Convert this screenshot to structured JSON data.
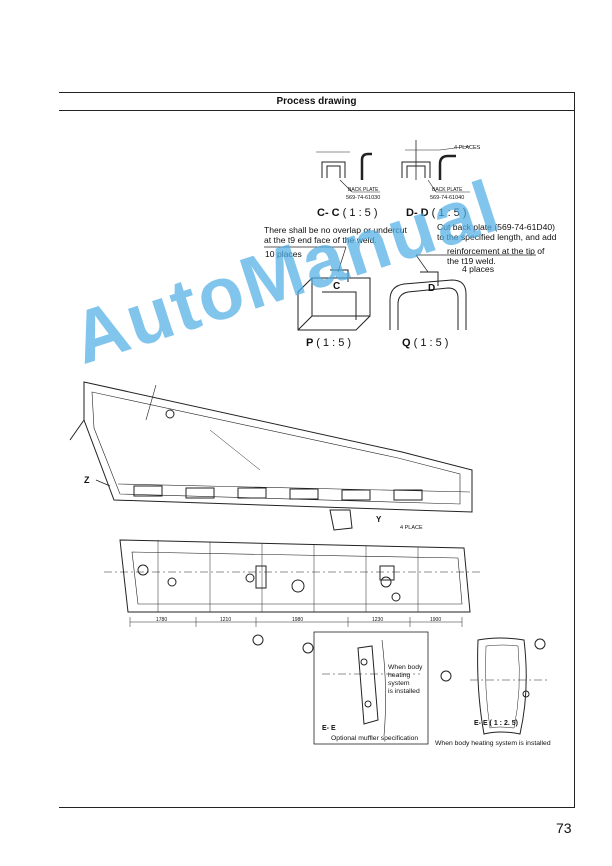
{
  "header": {
    "title": "Process drawing"
  },
  "views": {
    "cc": {
      "title": "C- C",
      "scale": "( 1 : 5 )",
      "back_plate": "BACK PLATE",
      "part_no": "569-74-61030"
    },
    "dd": {
      "title": "D- D",
      "scale": "( 1 : 5 )",
      "back_plate": "BACK PLATE",
      "part_no": "569-74-61040",
      "places_tag": "4 PLACES"
    },
    "p": {
      "title": "P",
      "scale": "( 1 : 5 )",
      "section": "C"
    },
    "q": {
      "title": "Q",
      "scale": "( 1 : 5 )",
      "section": "D"
    }
  },
  "notes": {
    "overlap": "There shall be no overlap or undercut\nat the t9 end face of the weld.",
    "ten_places": "10 places",
    "cut_back": "Cut back plate (569-74-61D40)\nto the specified length, and add",
    "reinforcement": "reinforcement at the tip of\nthe t19 weld.",
    "four_places": "4 places"
  },
  "main_view": {
    "z_label": "Z",
    "y_label": "Y",
    "place_tag": "4 PLACE",
    "dims": [
      "1780",
      "1210",
      "1980",
      "1230",
      "1900"
    ]
  },
  "insets": {
    "muffler_caption": "Optional muffler specification",
    "body_heating_note": "When body\nheating\nsystem\nis installed",
    "heating_caption": "When body heating system is installed",
    "ee_left": "E- E",
    "ee_right": "E- E  ( 1 : 2. 5)"
  },
  "watermark": "AutoManual",
  "page_number": "73"
}
